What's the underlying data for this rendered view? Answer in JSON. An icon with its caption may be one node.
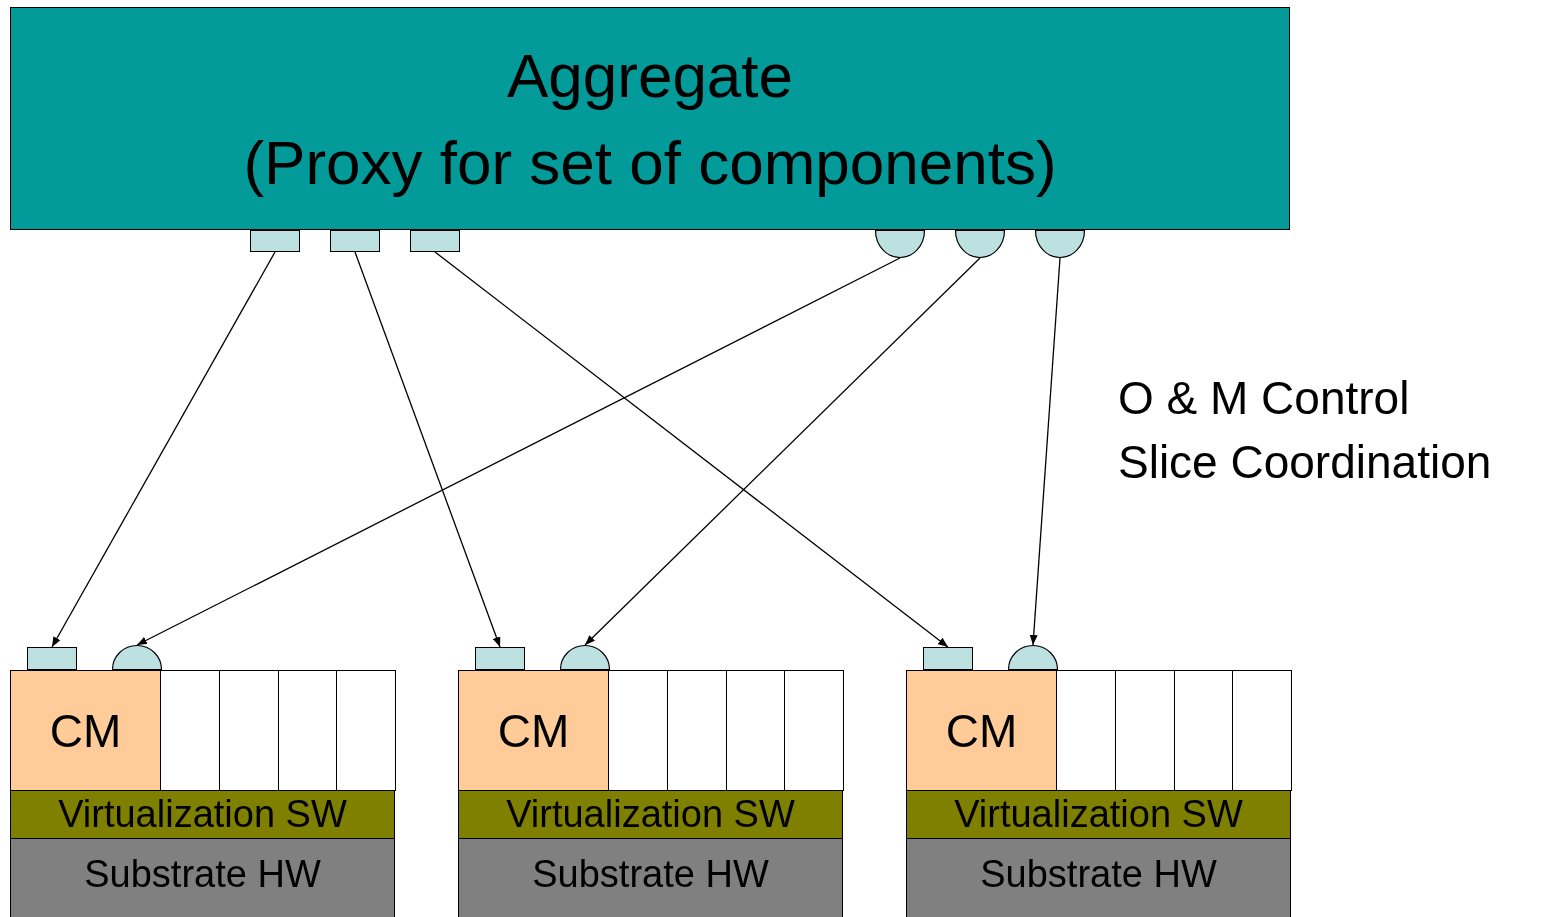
{
  "diagram": {
    "nodes": [
      {
        "text": [
          "Aggregate",
          "(Proxy for set of components)"
        ]
      },
      {
        "text": [],
        "shape": "box"
      },
      {
        "text": [],
        "shape": "box"
      },
      {
        "text": [],
        "shape": "box"
      },
      {
        "text": [],
        "shape": "semicircle"
      },
      {
        "text": [],
        "shape": "semicircle"
      },
      {
        "text": [],
        "shape": "semicircle"
      },
      {
        "text": [],
        "shape": "box"
      },
      {
        "text": [],
        "shape": "semicircle"
      },
      {
        "text": [
          "CM"
        ]
      },
      {
        "text": [],
        "shape": "box"
      },
      {
        "text": [],
        "shape": "box"
      },
      {
        "text": [],
        "shape": "box"
      },
      {
        "text": [],
        "shape": "box"
      },
      {
        "text": [
          "Virtualization SW"
        ]
      },
      {
        "text": [
          "Substrate HW"
        ]
      },
      {
        "text": [],
        "shape": "box"
      },
      {
        "text": [],
        "shape": "semicircle"
      },
      {
        "text": [
          "CM"
        ]
      },
      {
        "text": [],
        "shape": "box"
      },
      {
        "text": [],
        "shape": "box"
      },
      {
        "text": [],
        "shape": "box"
      },
      {
        "text": [],
        "shape": "box"
      },
      {
        "text": [
          "Virtualization SW"
        ]
      },
      {
        "text": [
          "Substrate HW"
        ]
      },
      {
        "text": [],
        "shape": "box"
      },
      {
        "text": [],
        "shape": "semicircle"
      },
      {
        "text": [
          "CM"
        ]
      },
      {
        "text": [],
        "shape": "box"
      },
      {
        "text": [],
        "shape": "box"
      },
      {
        "text": [],
        "shape": "box"
      },
      {
        "text": [],
        "shape": "box"
      },
      {
        "text": [
          "Virtualization SW"
        ]
      },
      {
        "text": [
          "Substrate HW"
        ]
      }
    ],
    "edges": [
      {
        "from": 1,
        "to": 7,
        "arrow": "to"
      },
      {
        "from": 2,
        "to": 16,
        "arrow": "to"
      },
      {
        "from": 3,
        "to": 25,
        "arrow": "to"
      },
      {
        "from": 4,
        "to": 8,
        "arrow": "to"
      },
      {
        "from": 5,
        "to": 17,
        "arrow": "to"
      },
      {
        "from": 6,
        "to": 26,
        "arrow": "to"
      }
    ],
    "labels": [
      "O & M Control",
      "Slice Coordination"
    ]
  }
}
